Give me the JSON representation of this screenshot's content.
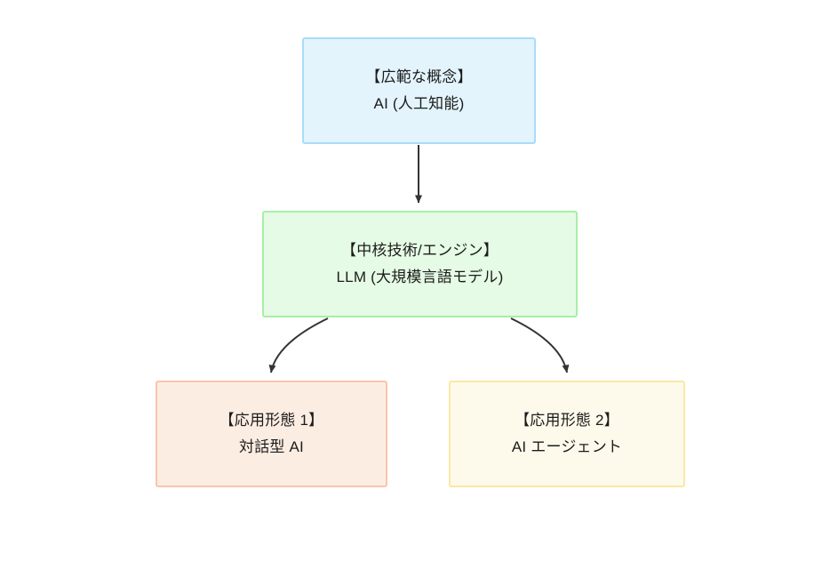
{
  "diagram": {
    "type": "flowchart",
    "orientation": "top-down",
    "background_color": "#ffffff",
    "nodes": [
      {
        "id": "ai",
        "title": "【広範な概念】",
        "subtitle": "AI (人工知能)",
        "fill_color": "#e3f4fd",
        "border_color": "#a9dcfa",
        "text_color": "#1c1c1c"
      },
      {
        "id": "llm",
        "title": "【中核技術/エンジン】",
        "subtitle": "LLM (大規模言語モデル)",
        "fill_color": "#e5fbe5",
        "border_color": "#a6f0a6",
        "text_color": "#1c1c1c"
      },
      {
        "id": "chat_ai",
        "title": "【応用形態 1】",
        "subtitle": "対話型 AI",
        "fill_color": "#fcede3",
        "border_color": "#fac5ab",
        "text_color": "#1c1c1c"
      },
      {
        "id": "ai_agent",
        "title": "【応用形態 2】",
        "subtitle": "AI エージェント",
        "fill_color": "#fefaeb",
        "border_color": "#fae8a4",
        "text_color": "#1c1c1c"
      }
    ],
    "edges": [
      {
        "id": "edge-ai-llm",
        "from": "ai",
        "to": "llm",
        "style": "straight",
        "label": "",
        "color": "#333333"
      },
      {
        "id": "edge-llm-chat-ai",
        "from": "llm",
        "to": "chat_ai",
        "style": "curved",
        "label": "",
        "color": "#333333"
      },
      {
        "id": "edge-llm-ai-agent",
        "from": "llm",
        "to": "ai_agent",
        "style": "curved",
        "label": "",
        "color": "#333333"
      }
    ]
  }
}
